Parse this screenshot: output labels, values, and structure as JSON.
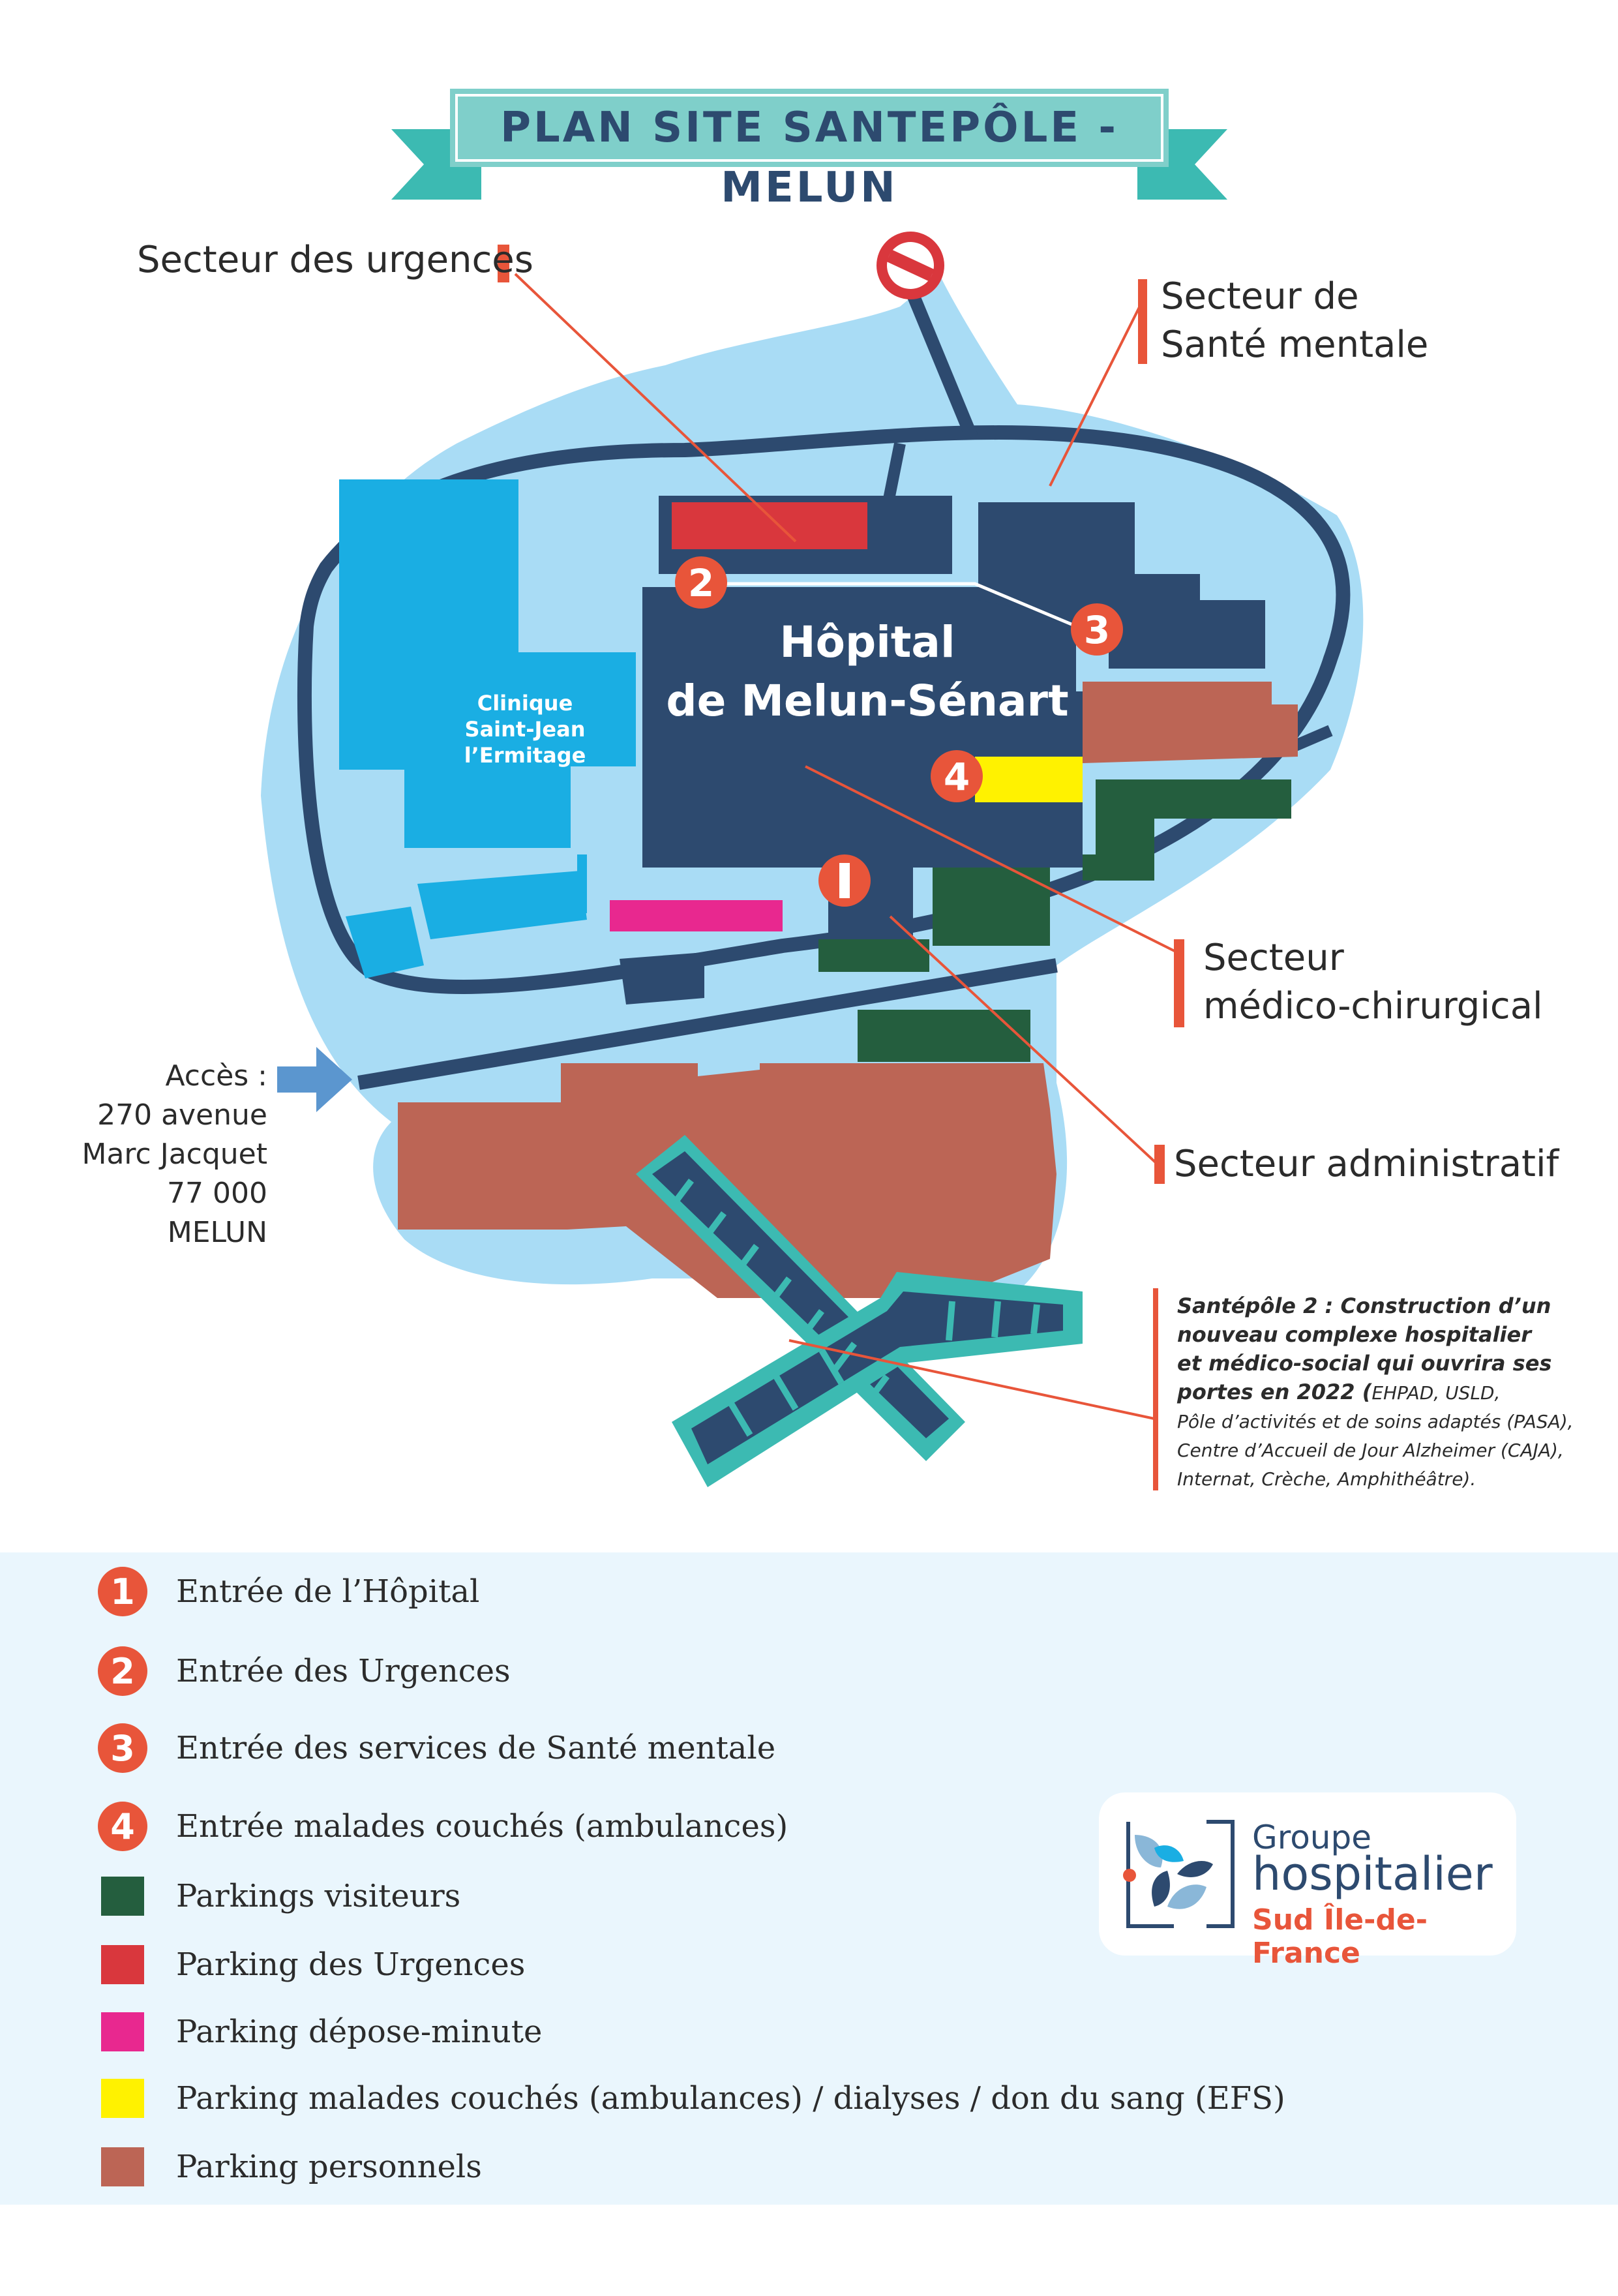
{
  "title": "PLAN SITE SANTEPÔLE - MELUN",
  "colors": {
    "background_area": "#a9dcf5",
    "road": "#2d4a6f",
    "hospital_building": "#2d4a6f",
    "clinic_building": "#1aaee3",
    "callout_red": "#e8553a",
    "ribbon_light": "#7fcfca",
    "ribbon_dark": "#3cbab2",
    "parking_visitors": "#245e3e",
    "parking_emergency": "#d9373d",
    "parking_dropoff": "#e8288f",
    "parking_ambulance": "#fff200",
    "parking_staff": "#bc6555",
    "new_building_outline": "#3cbab2"
  },
  "map": {
    "hospital_label_line1": "Hôpital",
    "hospital_label_line2": "de Melun-Sénart",
    "clinic_label_line1": "Clinique",
    "clinic_label_line2": "Saint-Jean",
    "clinic_label_line3": "l’Ermitage",
    "no_entry_icon": "no-entry-icon",
    "markers": [
      "1",
      "2",
      "3",
      "4"
    ]
  },
  "callouts": {
    "urgences": "Secteur des urgences",
    "sante_mentale_line1": "Secteur de",
    "sante_mentale_line2": "Santé mentale",
    "medico_line1": "Secteur",
    "medico_line2": "médico-chirurgical",
    "administratif": "Secteur administratif"
  },
  "access": {
    "line1": "Accès :",
    "line2": "270 avenue",
    "line3": "Marc Jacquet",
    "line4": "77 000",
    "line5": "MELUN",
    "arrow_icon": "arrow-right-icon"
  },
  "note": {
    "line1": "Santépôle 2 : Construction d’un",
    "line2": "nouveau complexe hospitalier",
    "line3": "et médico-social qui ouvrira ses",
    "line4_strong": "portes en 2022 (",
    "line4_light": "EHPAD, USLD,",
    "line5": "Pôle d’activités et de soins adaptés (PASA),",
    "line6": "Centre d’Accueil de Jour Alzheimer (CAJA),",
    "line7": "Internat, Crèche,  Amphithéâtre)."
  },
  "legend": [
    {
      "marker": "1",
      "label": "Entrée de l’Hôpital"
    },
    {
      "marker": "2",
      "label": "Entrée des Urgences"
    },
    {
      "marker": "3",
      "label": "Entrée des services de Santé mentale"
    },
    {
      "marker": "4",
      "label": "Entrée malades couchés (ambulances)"
    },
    {
      "color": "#245e3e",
      "label": "Parkings visiteurs"
    },
    {
      "color": "#d9373d",
      "label": "Parking des Urgences"
    },
    {
      "color": "#e8288f",
      "label": "Parking dépose-minute"
    },
    {
      "color": "#fff200",
      "label": "Parking malades couchés (ambulances) / dialyses / don du sang (EFS)"
    },
    {
      "color": "#bc6555",
      "label": "Parking personnels"
    }
  ],
  "logo": {
    "line1": "Groupe",
    "line2": "hospitalier",
    "line3": "Sud Île-de-France",
    "icon": "leaf-logo-icon"
  }
}
